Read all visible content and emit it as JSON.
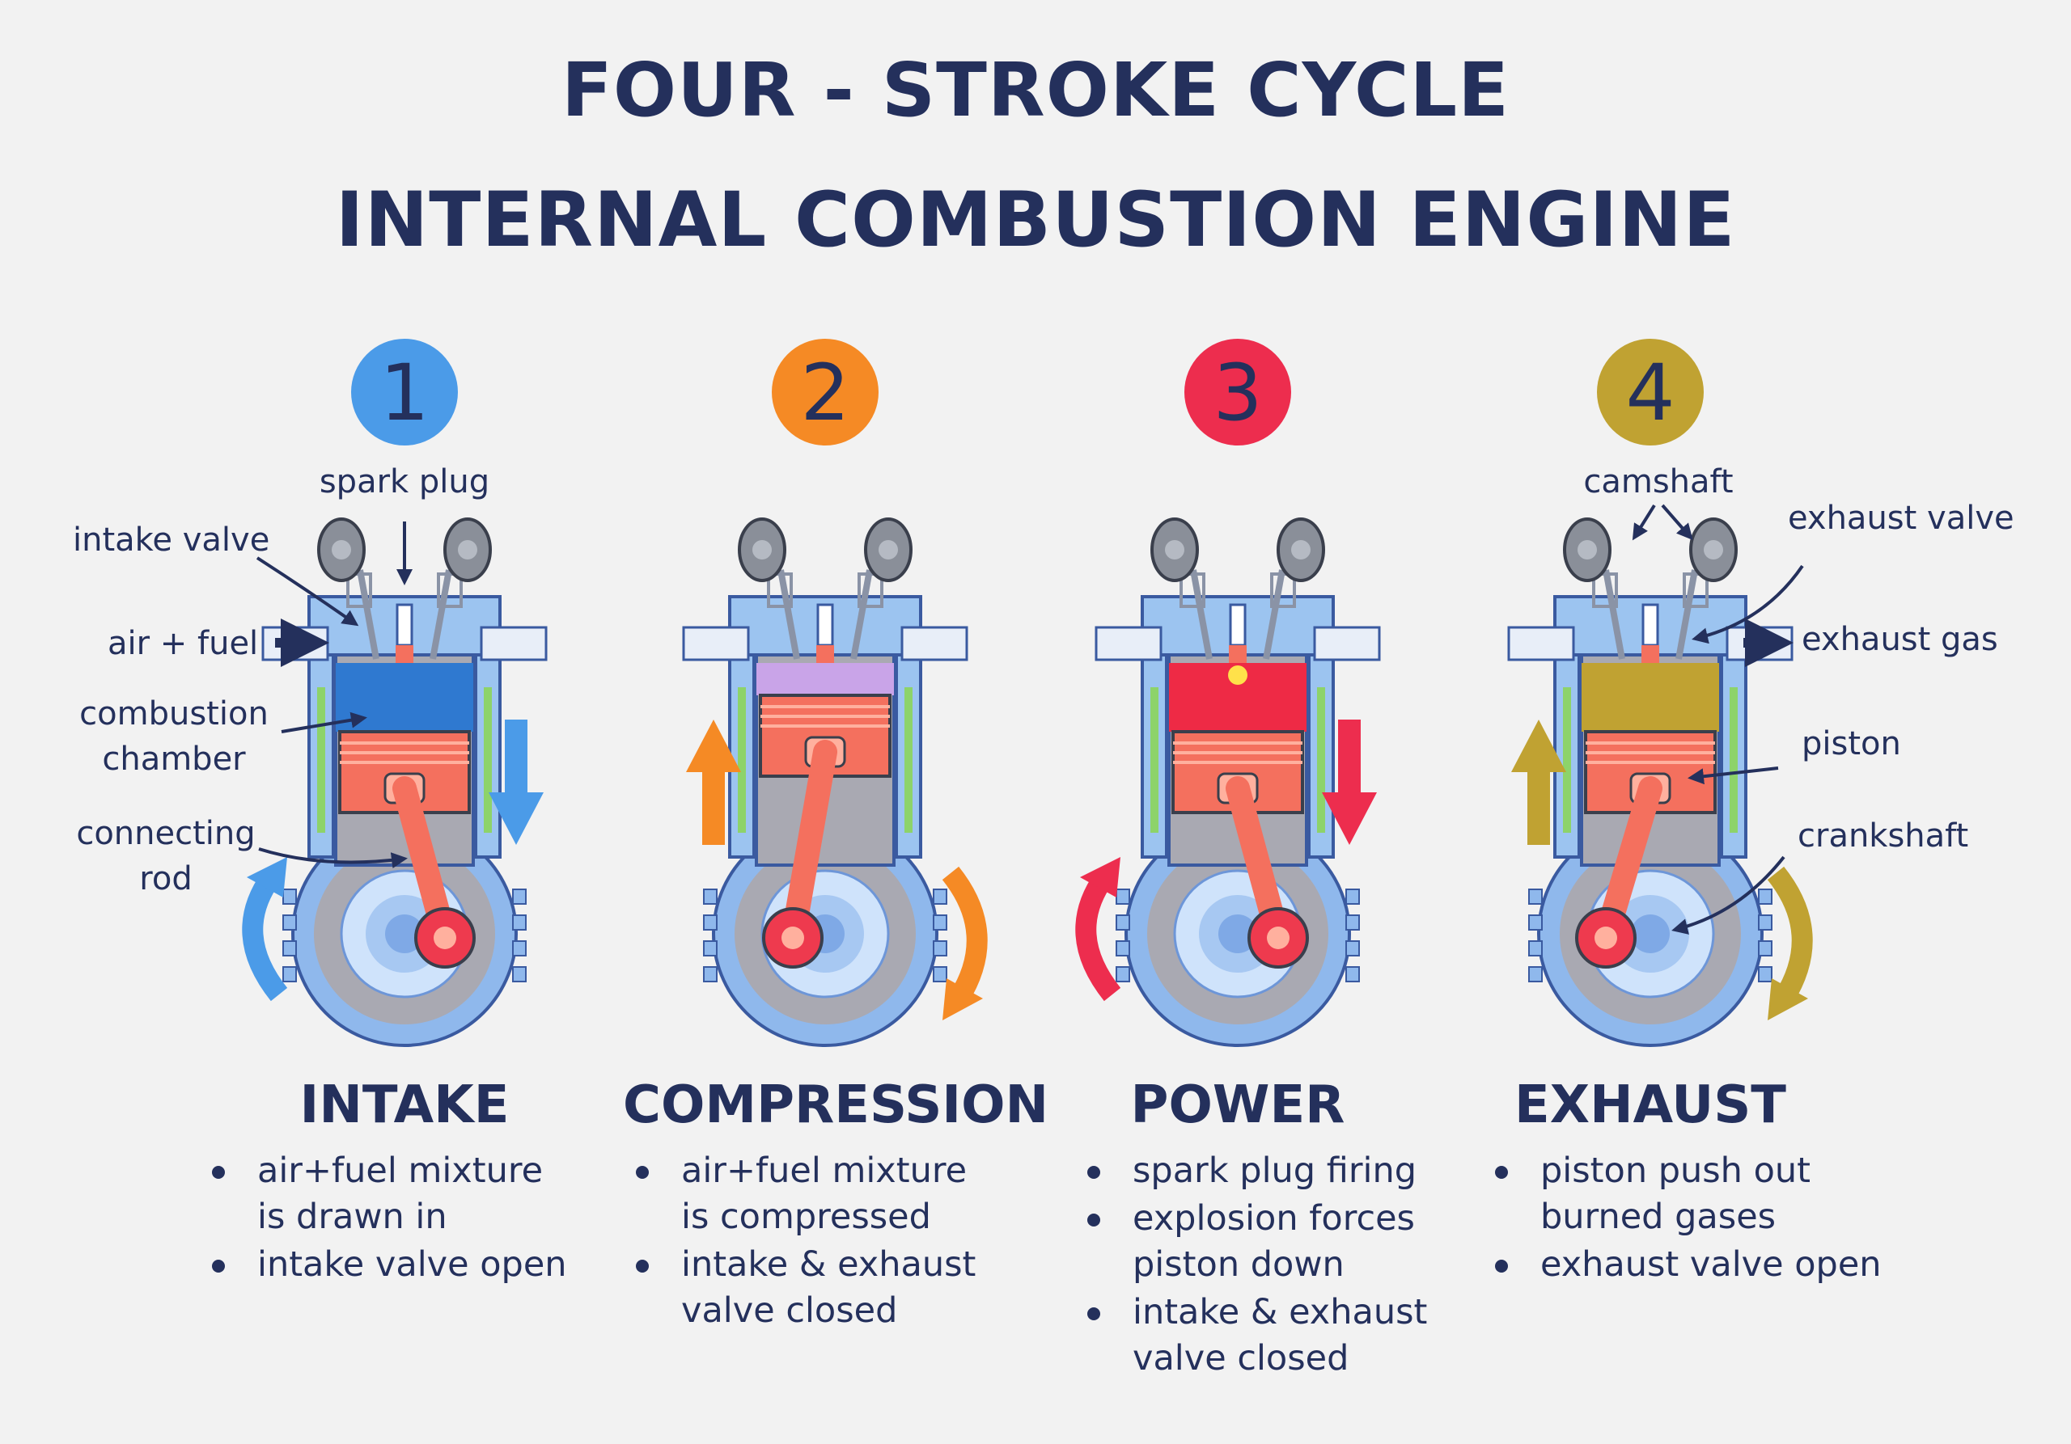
{
  "title_line1": "FOUR - STROKE CYCLE",
  "title_line2": "INTERNAL COMBUSTION ENGINE",
  "colors": {
    "background": "#f2f2f2",
    "text": "#24305c",
    "intake": "#4b9be8",
    "compression": "#f58a25",
    "power": "#ed2d4e",
    "exhaust": "#c0a232",
    "engine_body": "#9cc4f0",
    "piston": "#f4705e",
    "crankcase": "#a9a9b2"
  },
  "stages": [
    {
      "number": "1",
      "name": "INTAKE",
      "bullets": [
        "air+fuel mixture\nis drawn in",
        "intake valve open"
      ]
    },
    {
      "number": "2",
      "name": "COMPRESSION",
      "bullets": [
        "air+fuel mixture\nis compressed",
        "intake & exhaust\nvalve closed"
      ]
    },
    {
      "number": "3",
      "name": "POWER",
      "bullets": [
        "spark plug firing",
        "explosion forces\npiston down",
        "intake & exhaust\nvalve closed"
      ]
    },
    {
      "number": "4",
      "name": "EXHAUST",
      "bullets": [
        "piston push out\nburned gases",
        "exhaust valve open"
      ]
    }
  ],
  "labels": {
    "spark_plug": "spark plug",
    "intake_valve": "intake valve",
    "air_fuel": "air + fuel",
    "combustion_chamber": "combustion\nchamber",
    "connecting_rod": "connecting\nrod",
    "camshaft": "camshaft",
    "exhaust_valve": "exhaust valve",
    "exhaust_gas": "exhaust gas",
    "piston": "piston",
    "crankshaft": "crankshaft"
  },
  "icons": [
    "up-arrow-icon",
    "down-arrow-icon",
    "rotation-arrow-icon"
  ]
}
